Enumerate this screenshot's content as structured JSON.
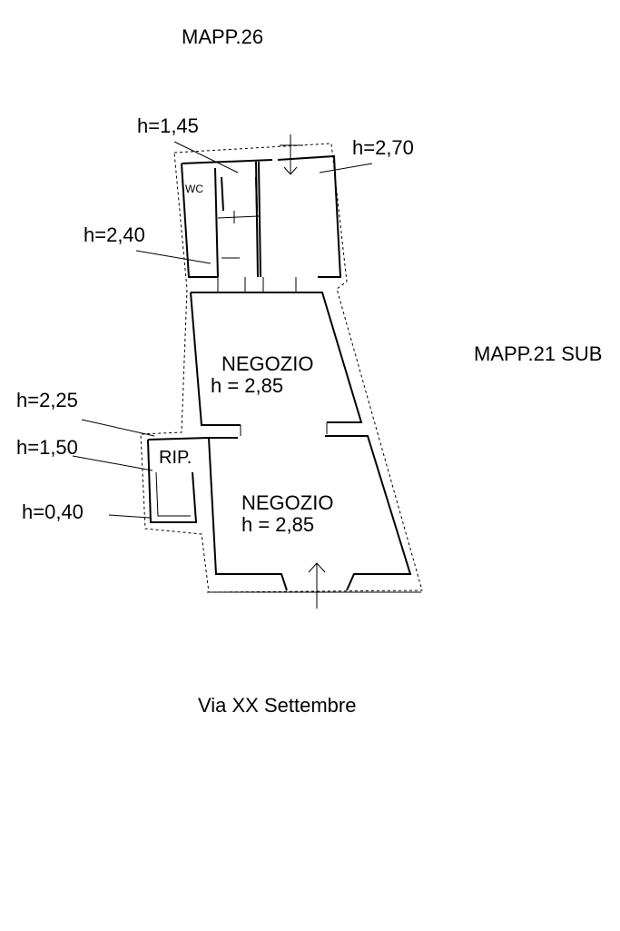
{
  "labels": {
    "parcel_north": "MAPP.26",
    "parcel_east": "MAPP.21 SUB",
    "street": "Via XX Settembre",
    "wc": "WC",
    "storage": "RIP.",
    "shop_upper_name": "NEGOZIO",
    "shop_upper_height": "h = 2,85",
    "shop_lower_name": "NEGOZIO",
    "shop_lower_height": "h = 2,85"
  },
  "heights": {
    "h145": "h=1,45",
    "h270": "h=2,70",
    "h240": "h=2,40",
    "h225": "h=2,25",
    "h150": "h=1,50",
    "h040": "h=0,40"
  },
  "colors": {
    "ink": "#000000",
    "paper": "#ffffff"
  }
}
